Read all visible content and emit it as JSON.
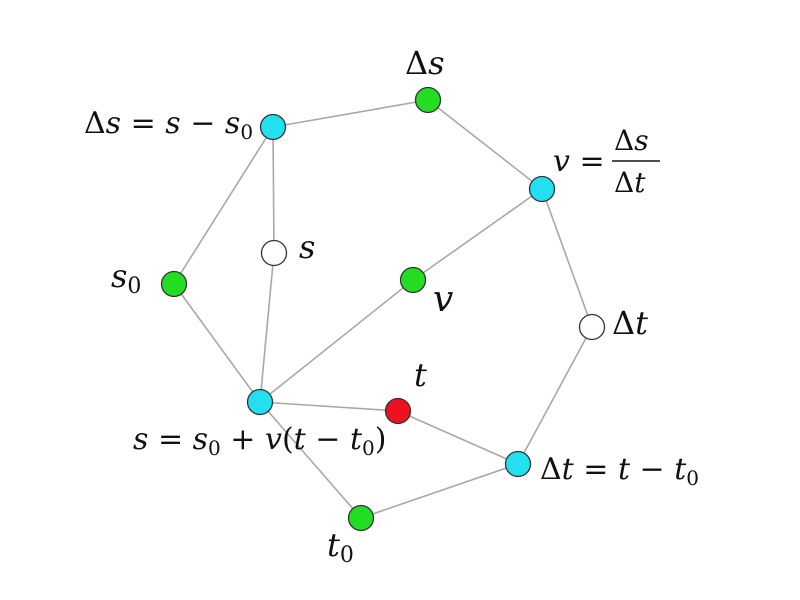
{
  "colors": {
    "known": "#22dd22",
    "formula": "#22e0f0",
    "unknown": "#ffffff",
    "target": "#ee1122",
    "edge": "#a8a8a8"
  },
  "nodes": [
    {
      "id": "ds_formula",
      "kind": "formula",
      "label": "Δs = s − s₀"
    },
    {
      "id": "ds",
      "kind": "known",
      "label": "Δs"
    },
    {
      "id": "v_formula",
      "kind": "formula",
      "label": "v = Δs / Δt"
    },
    {
      "id": "s",
      "kind": "unknown",
      "label": "s"
    },
    {
      "id": "s0",
      "kind": "known",
      "label": "s₀"
    },
    {
      "id": "v",
      "kind": "known",
      "label": "v"
    },
    {
      "id": "dt",
      "kind": "unknown",
      "label": "Δt"
    },
    {
      "id": "s_formula",
      "kind": "formula",
      "label": "s = s₀ + v(t − t₀)"
    },
    {
      "id": "t",
      "kind": "target",
      "label": "t"
    },
    {
      "id": "dt_formula",
      "kind": "formula",
      "label": "Δt = t − t₀"
    },
    {
      "id": "t0",
      "kind": "known",
      "label": "t₀"
    }
  ],
  "edges": [
    [
      "ds_formula",
      "ds"
    ],
    [
      "ds",
      "v_formula"
    ],
    [
      "v_formula",
      "dt"
    ],
    [
      "dt",
      "dt_formula"
    ],
    [
      "dt_formula",
      "t0"
    ],
    [
      "t0",
      "s_formula"
    ],
    [
      "s_formula",
      "s0"
    ],
    [
      "s0",
      "ds_formula"
    ],
    [
      "ds_formula",
      "s"
    ],
    [
      "s",
      "s_formula"
    ],
    [
      "v_formula",
      "v"
    ],
    [
      "v",
      "s_formula"
    ],
    [
      "s_formula",
      "t"
    ],
    [
      "t",
      "dt_formula"
    ]
  ]
}
